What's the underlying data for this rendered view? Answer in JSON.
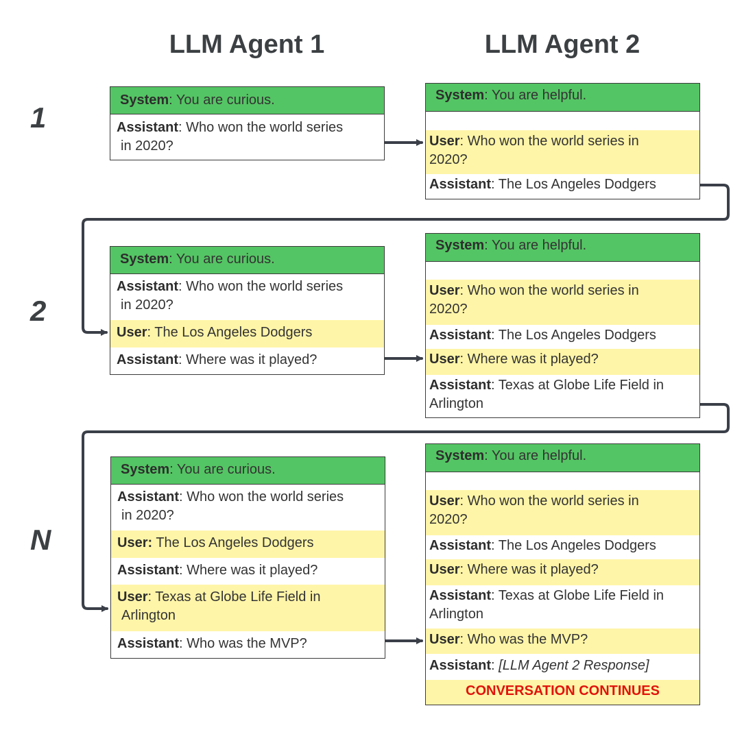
{
  "headers": {
    "agent1": "LLM Agent 1",
    "agent2": "LLM Agent 2"
  },
  "rounds": [
    "1",
    "2",
    "N"
  ],
  "labels": {
    "system": "System",
    "assistant": "Assistant",
    "user": "User",
    "user_bold": "User:"
  },
  "text": {
    "curious": ": You are curious.",
    "helpful": ": You are helpful.",
    "q1_a": ": Who won the world series",
    "q1_b": "in 2020?",
    "q1_user_a": ": Who won the world series in",
    "q1_user_b": "2020?",
    "dodgers": ": The Los Angeles Dodgers",
    "dodgers_nocolon": " The Los Angeles Dodgers",
    "where": ": Where was it played?",
    "texas_a": ": Texas at Globe Life Field in",
    "texas_b": "Arlington",
    "mvp": ": Who was the MVP?",
    "response": "[LLM Agent 2 Response]",
    "continues": "CONVERSATION CONTINUES"
  },
  "colors": {
    "system_green": "#54c564",
    "user_yellow": "#fff5a8",
    "continue_red": "#e0140c",
    "connector": "#3a3f48"
  }
}
